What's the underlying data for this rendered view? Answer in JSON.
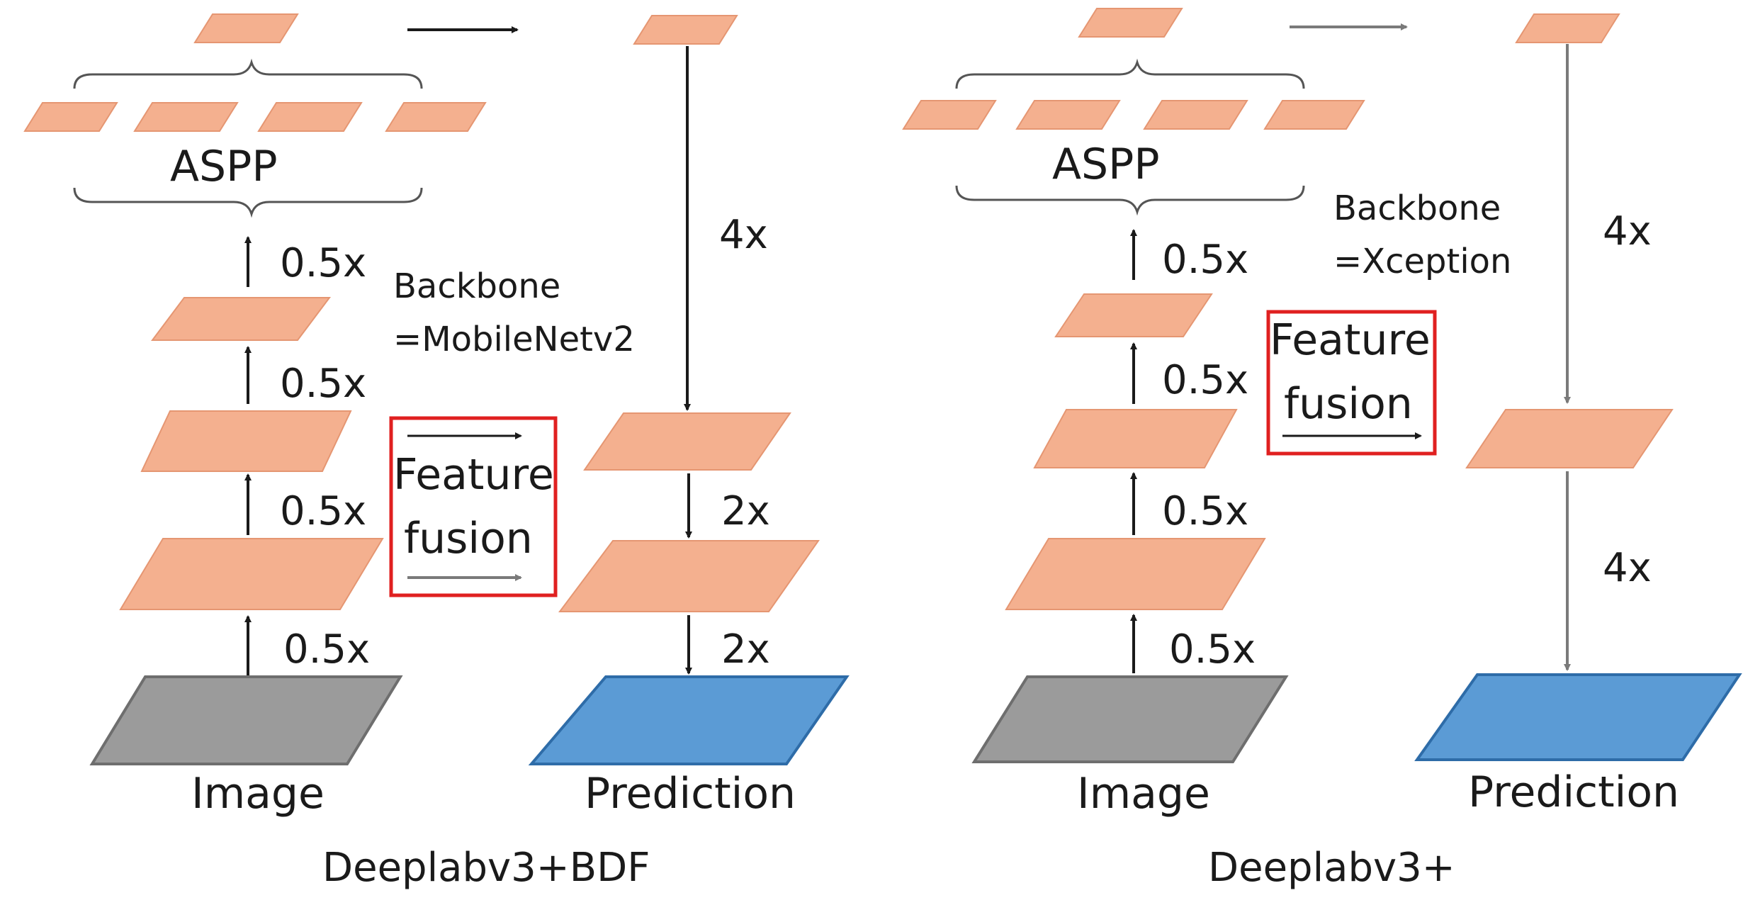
{
  "colors": {
    "feature_map": "#f4b08f",
    "feature_map_stroke": "#e59672",
    "image": "#9b9b9b",
    "image_stroke": "#6e6e6e",
    "prediction": "#5b9bd5",
    "prediction_stroke": "#2e6ca8",
    "highlight_box": "#e02020",
    "arrow": "#1a1a1a",
    "arrow_grey": "#7a7a7a"
  },
  "left": {
    "title": "Deeplabv3+BDF",
    "aspp_label": "ASPP",
    "backbone_line1": "Backbone",
    "backbone_line2": "=MobileNetv2",
    "feature_fusion_line1": "Feature",
    "feature_fusion_line2": "fusion",
    "image_label": "Image",
    "prediction_label": "Prediction",
    "scale_up_1": "0.5x",
    "scale_up_2": "0.5x",
    "scale_up_3": "0.5x",
    "scale_up_4": "0.5x",
    "decoder_top": "4x",
    "decoder_mid": "2x",
    "decoder_bottom": "2x"
  },
  "right": {
    "title": "Deeplabv3+",
    "aspp_label": "ASPP",
    "backbone_line1": "Backbone",
    "backbone_line2": "=Xception",
    "feature_fusion_line1": "Feature",
    "feature_fusion_line2": "fusion",
    "image_label": "Image",
    "prediction_label": "Prediction",
    "scale_up_1": "0.5x",
    "scale_up_2": "0.5x",
    "scale_up_3": "0.5x",
    "scale_up_4": "0.5x",
    "decoder_top": "4x",
    "decoder_bottom": "4x"
  }
}
